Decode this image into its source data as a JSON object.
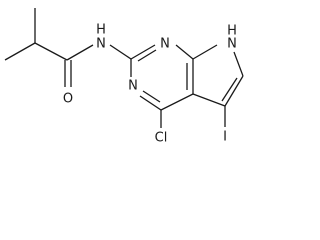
{
  "molecule": {
    "atoms": {
      "oxygen": "O",
      "amide_nitrogen": "N",
      "amide_hydrogen": "H",
      "ring_nitrogen_top": "N",
      "ring_nitrogen_bottom": "N",
      "pyrrole_nitrogen": "N",
      "pyrrole_hydrogen": "H",
      "chlorine": "Cl",
      "iodine": "I"
    }
  }
}
